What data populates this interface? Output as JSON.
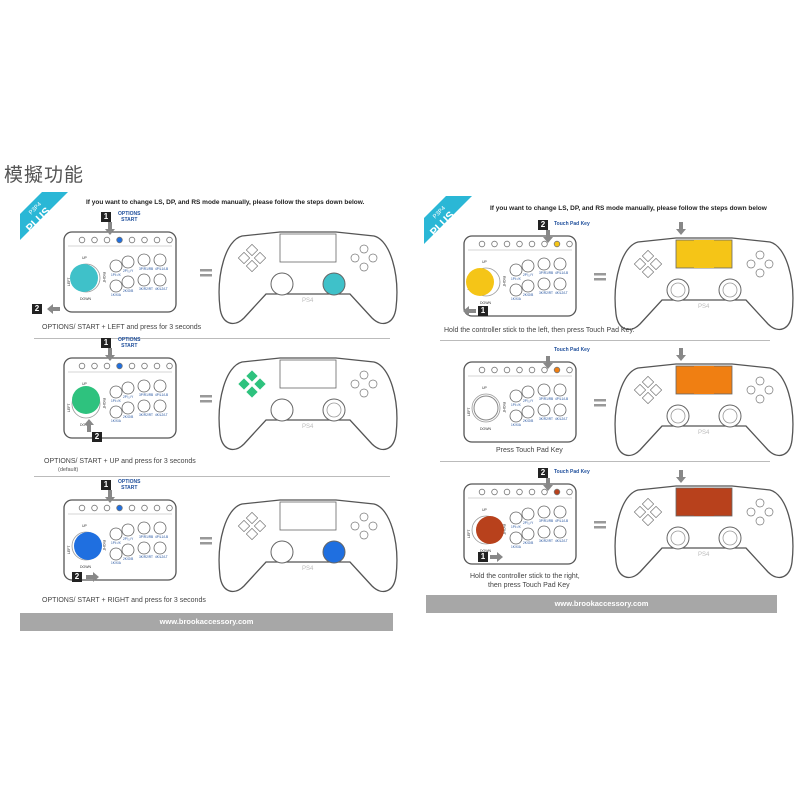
{
  "page_title": "模擬功能",
  "brand": {
    "line1": "P3P4",
    "line2": "PLUS"
  },
  "left": {
    "intro": "If you want to change LS, DP, and RS mode manually, please follow the steps down below.",
    "options_label": "OPTIONS\nSTART",
    "footer": "www.brookaccessory.com",
    "steps": [
      {
        "caption": "OPTIONS/ START + LEFT and press for 3 seconds",
        "sub": "",
        "color": "#3fc1c9"
      },
      {
        "caption": "OPTIONS/ START + UP and press for 3 seconds",
        "sub": "(default)",
        "color": "#2ec27e"
      },
      {
        "caption": "OPTIONS/ START + RIGHT and press for 3 seconds",
        "sub": "",
        "color": "#1f6fe0"
      }
    ]
  },
  "right": {
    "intro": "If you want to change LS, DP, and RS mode manually, please follow the steps down below",
    "touch_label": "Touch Pad Key",
    "footer": "www.brookaccessory.com",
    "steps": [
      {
        "caption": "Hold the controller stick to the left, then press Touch Pad Key.",
        "color": "#f5c517"
      },
      {
        "caption": "Press Touch Pad Key",
        "color": "#f07f12"
      },
      {
        "caption": "Hold the controller stick to the right,\nthen press Touch Pad Key",
        "color": "#b8411c"
      }
    ]
  },
  "stick_labels": {
    "up": "UP",
    "down": "DOWN",
    "left": "LEFT",
    "right": "RIGHT"
  },
  "button_labels": [
    "1P/□/X",
    "2P/△/Y",
    "3P/R1/RB",
    "4P/L1/LB",
    "1K/X/A",
    "2K/O/B",
    "3K/R2/RT",
    "4K/L2/LT"
  ],
  "ps4_label": "PS4",
  "step_numbers": [
    "1",
    "2"
  ]
}
